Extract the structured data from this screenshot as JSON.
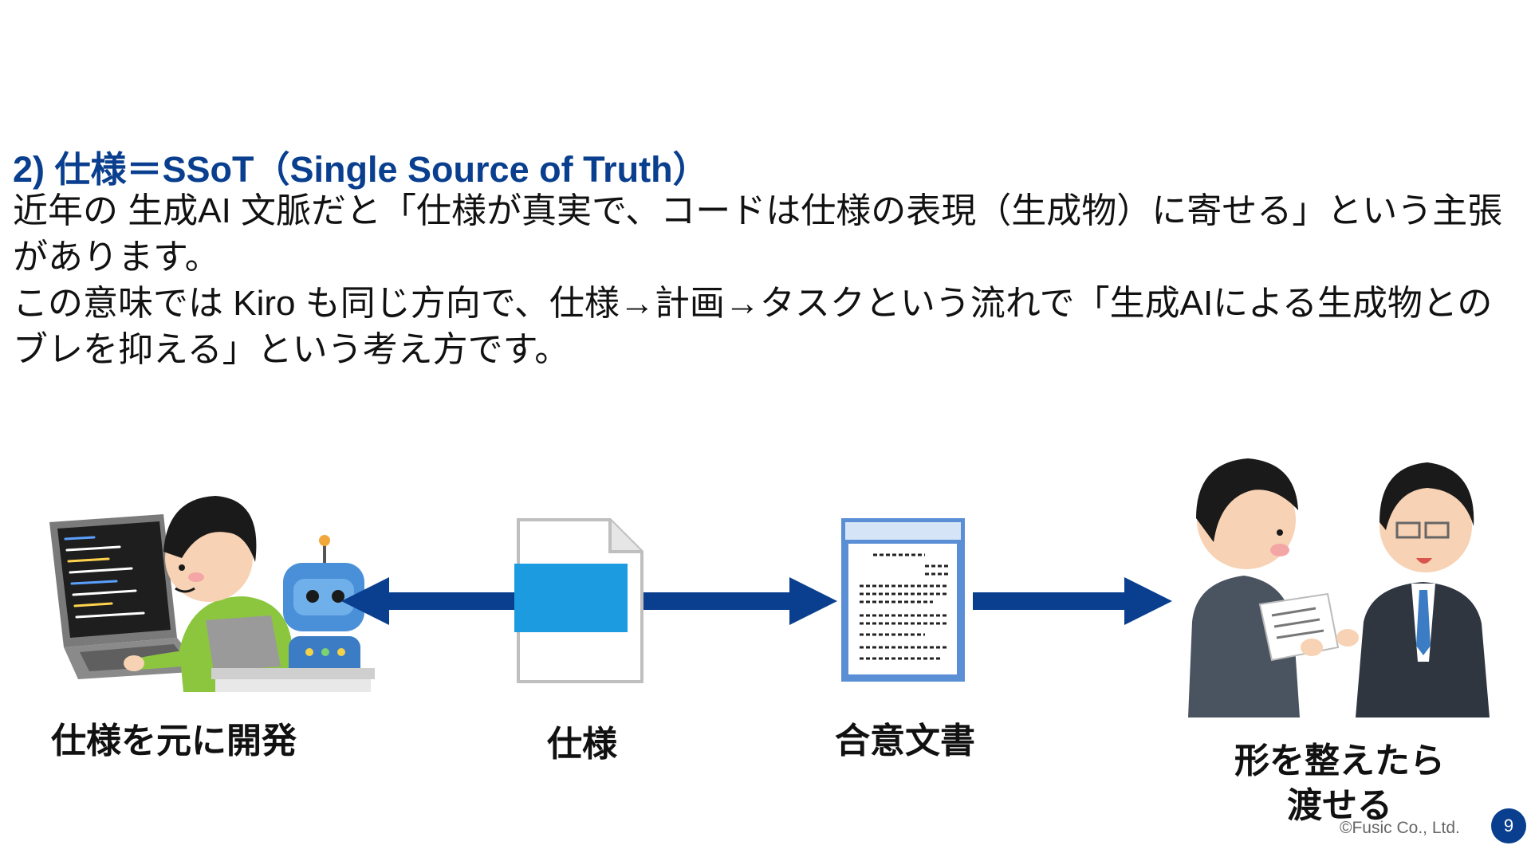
{
  "heading": "2) 仕様＝SSoT（Single Source of Truth）",
  "paragraphs": [
    "近年の 生成AI 文脈だと「仕様が真実で、コードは仕様の表現（生成物）に寄せる」という主張があります。",
    "この意味では Kiro も同じ方向で、仕様→計画→タスクという流れで「生成AIによる生成物とのブレを抑える」という考え方です。"
  ],
  "diagram": {
    "developer_caption": "仕様を元に開発",
    "spec_caption": "仕様",
    "agreement_caption": "合意文書",
    "handover_caption_line1": "形を整えたら",
    "handover_caption_line2": "渡せる",
    "colors": {
      "arrow": "#0a3f8f",
      "spec_block": "#1d9be0",
      "document_frame": "#5a8fd6"
    },
    "icons": [
      "developer-with-laptop-icon",
      "robot-icon",
      "spec-file-icon",
      "document-window-icon",
      "business-people-handover-icon"
    ]
  },
  "footer": {
    "copyright": "©Fusic Co., Ltd.",
    "page_number": "9"
  }
}
